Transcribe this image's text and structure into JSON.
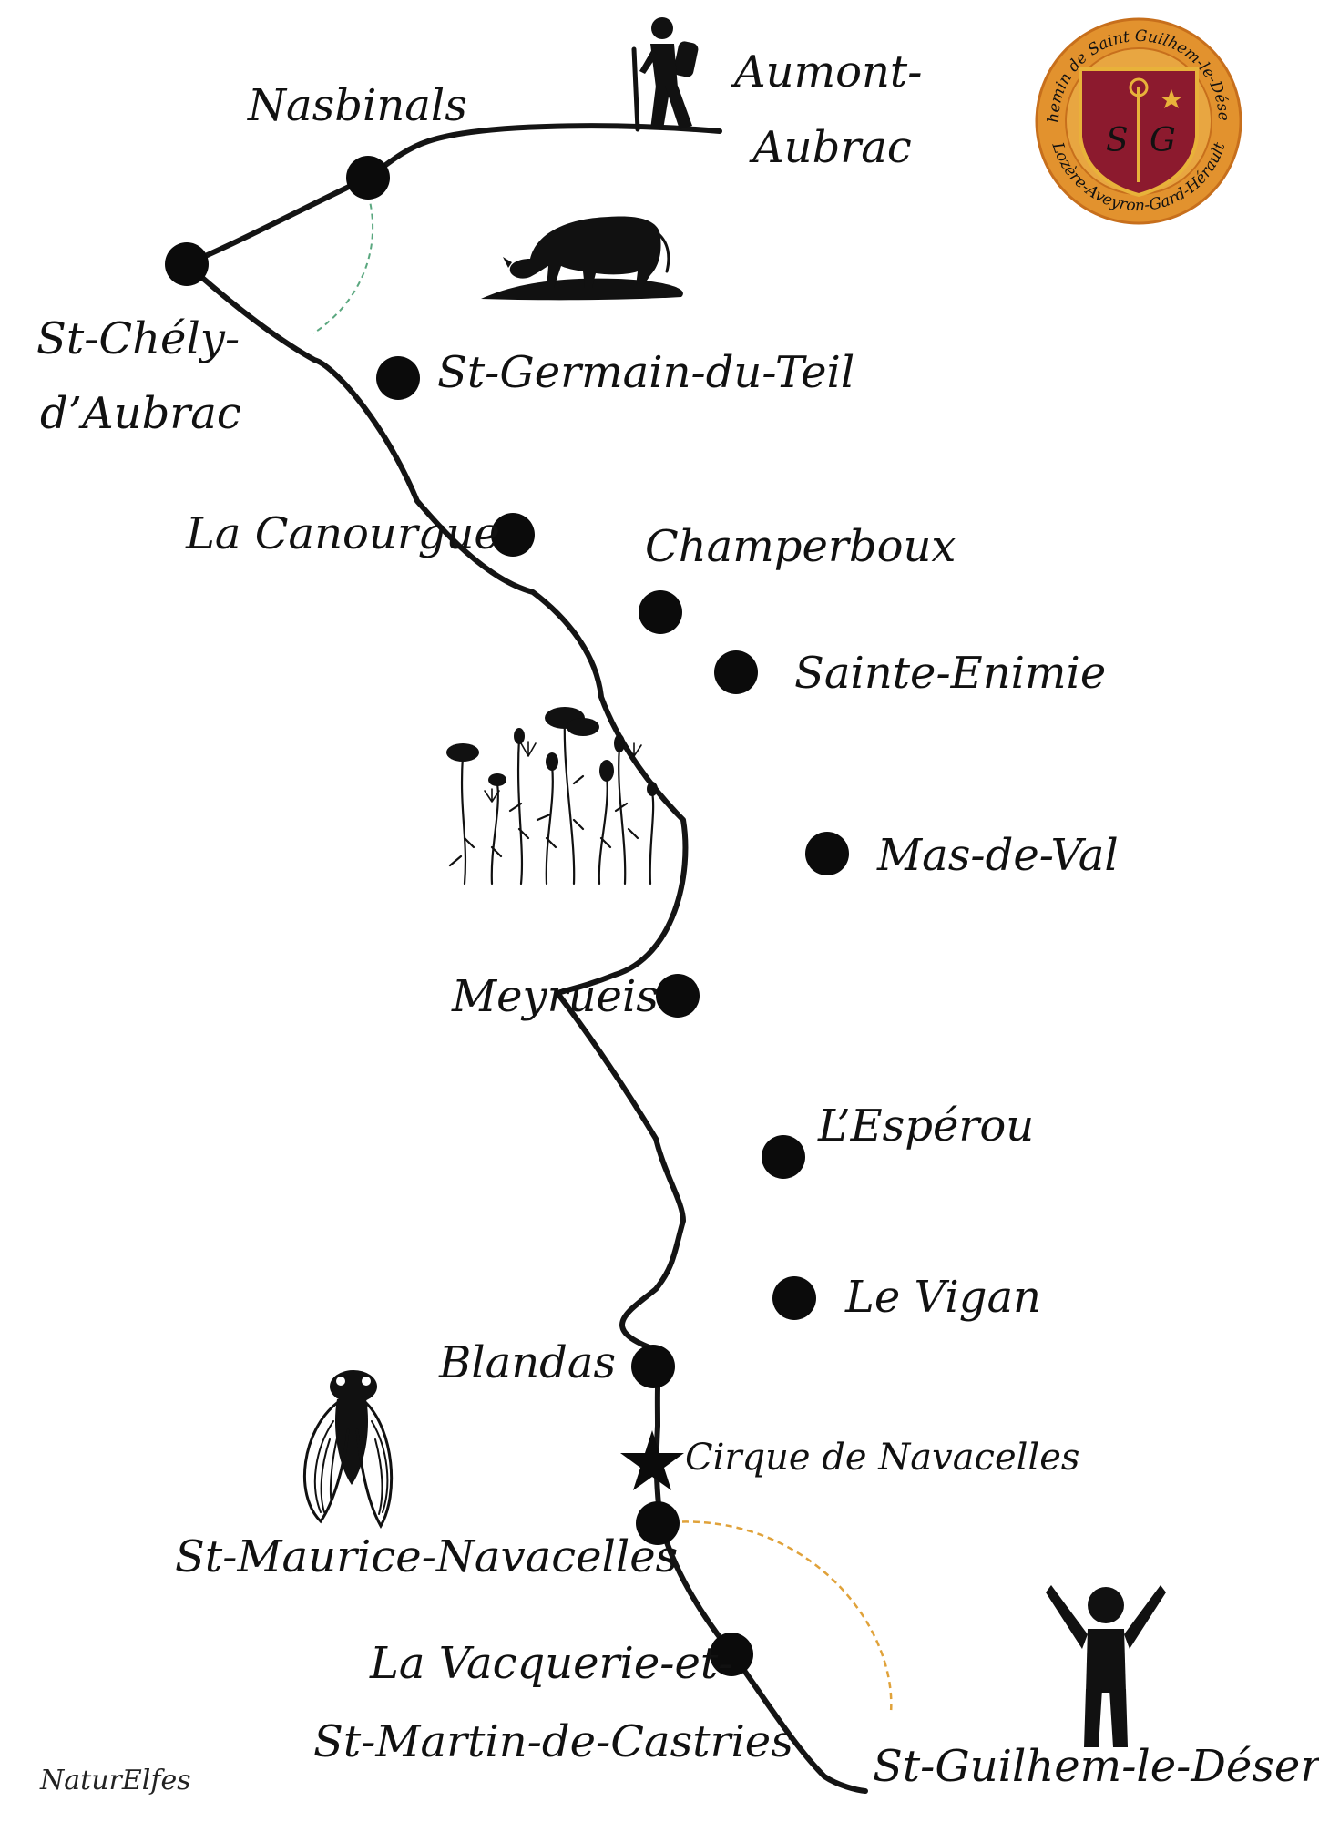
{
  "route": {
    "stops": [
      {
        "id": "aumont-aubrac",
        "lines": [
          "Aumont-",
          "Aubrac"
        ]
      },
      {
        "id": "nasbinals",
        "lines": [
          "Nasbinals"
        ]
      },
      {
        "id": "st-chely-daubrac",
        "lines": [
          "St-Chély-",
          "d’Aubrac"
        ]
      },
      {
        "id": "st-germain-du-teil",
        "lines": [
          "St-Germain-du-Teil"
        ]
      },
      {
        "id": "la-canourgue",
        "lines": [
          "La Canourgue"
        ]
      },
      {
        "id": "champerboux",
        "lines": [
          "Champerboux"
        ]
      },
      {
        "id": "sainte-enimie",
        "lines": [
          "Sainte-Enimie"
        ]
      },
      {
        "id": "mas-de-val",
        "lines": [
          "Mas-de-Val"
        ]
      },
      {
        "id": "meyrueis",
        "lines": [
          "Meyrueis"
        ]
      },
      {
        "id": "lesperou",
        "lines": [
          "L’Espérou"
        ]
      },
      {
        "id": "le-vigan",
        "lines": [
          "Le Vigan"
        ]
      },
      {
        "id": "blandas",
        "lines": [
          "Blandas"
        ]
      },
      {
        "id": "st-maurice-navacelles",
        "lines": [
          "St-Maurice-Navacelles"
        ]
      },
      {
        "id": "la-vacquerie",
        "lines": [
          "La Vacquerie-et-",
          "St-Martin-de-Castries"
        ]
      },
      {
        "id": "st-guilhem-le-desert",
        "lines": [
          "St-Guilhem-le-Désert"
        ]
      }
    ],
    "landmark": {
      "label": "Cirque de Navacelles",
      "icon": "star-icon"
    },
    "line_color": "#141414",
    "alternate_colors": [
      "#5aa77f",
      "#e0a23a"
    ]
  },
  "emblem": {
    "ring_text_top": "Chemin de Saint Guilhem-le-Désert",
    "ring_text_bottom": "Lozère-Aveyron-Gard-Hérault",
    "shield_letters": [
      "S",
      "G"
    ],
    "colors": {
      "ring": "#e2922e",
      "shield": "#8c1a2e",
      "gold": "#e8b23a"
    }
  },
  "icons": [
    "hiker-icon",
    "cow-icon",
    "wildflowers-icon",
    "cicada-icon",
    "celebrating-person-icon"
  ],
  "credit": "NaturElfes"
}
